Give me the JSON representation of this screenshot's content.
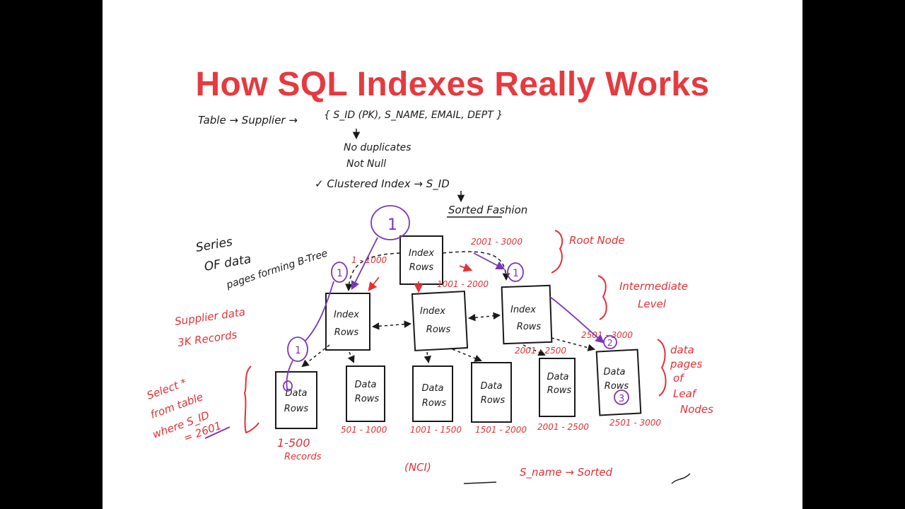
{
  "colors": {
    "ink": "#1a1a1a",
    "red": "#e53035",
    "purple": "#7b35b8",
    "title": "#e53a3f",
    "letterbox": "#000000",
    "paper": "#ffffff"
  },
  "title": "How SQL Indexes Really Works",
  "notes": {
    "table_line": "Table → Supplier →",
    "columns": "{ S_ID (PK), S_NAME, EMAIL, DEPT }",
    "no_duplicates": "No duplicates",
    "not_null": "Not Null",
    "clustered": "✓ Clustered Index → S_ID",
    "sorted": "Sorted Fashion",
    "series_1": "Series",
    "series_2": "OF data",
    "series_3": "pages forming B-Tree",
    "root_node": "Root Node",
    "intermediate_1": "Intermediate",
    "intermediate_2": "Level",
    "leaf_1": "data",
    "leaf_2": "pages",
    "leaf_3": "of",
    "leaf_4": "Leaf",
    "leaf_5": "Nodes",
    "supplier_1": "Supplier data",
    "supplier_2": "3K Records",
    "query_1": "Select *",
    "query_2": "from table",
    "query_3": "where S_ID",
    "query_4": "= 2601",
    "records_1": "1-500",
    "records_2": "Records",
    "nci": "(NCI)",
    "sname": "S_name → Sorted"
  },
  "root": {
    "label_1": "Index",
    "label_2": "Rows",
    "range_left": "1 - 1000",
    "range_mid": "1001 - 2000",
    "range_right": "2001 - 3000"
  },
  "intermediate": [
    {
      "label_1": "Index",
      "label_2": "Rows"
    },
    {
      "label_1": "Index",
      "label_2": "Rows"
    },
    {
      "label_1": "Index",
      "label_2": "Rows"
    }
  ],
  "ranges_lower": {
    "right_top": "2501 - 3000",
    "right_left": "2001 - 2500"
  },
  "leaves": [
    {
      "label_1": "Data",
      "label_2": "Rows",
      "range": ""
    },
    {
      "label_1": "Data",
      "label_2": "Rows",
      "range": "501 - 1000"
    },
    {
      "label_1": "Data",
      "label_2": "Rows",
      "range": "1001 - 1500"
    },
    {
      "label_1": "Data",
      "label_2": "Rows",
      "range": "1501 - 2000"
    },
    {
      "label_1": "Data",
      "label_2": "Rows",
      "range": "2001 - 2500"
    },
    {
      "label_1": "Data",
      "label_2": "Rows",
      "range": "2501 - 3000"
    }
  ],
  "step_markers": {
    "big_one": "1",
    "root_left_one": "1",
    "root_right_one": "1",
    "inter_left_one": "1",
    "inter_right_two": "2",
    "leaf_three": "3"
  }
}
